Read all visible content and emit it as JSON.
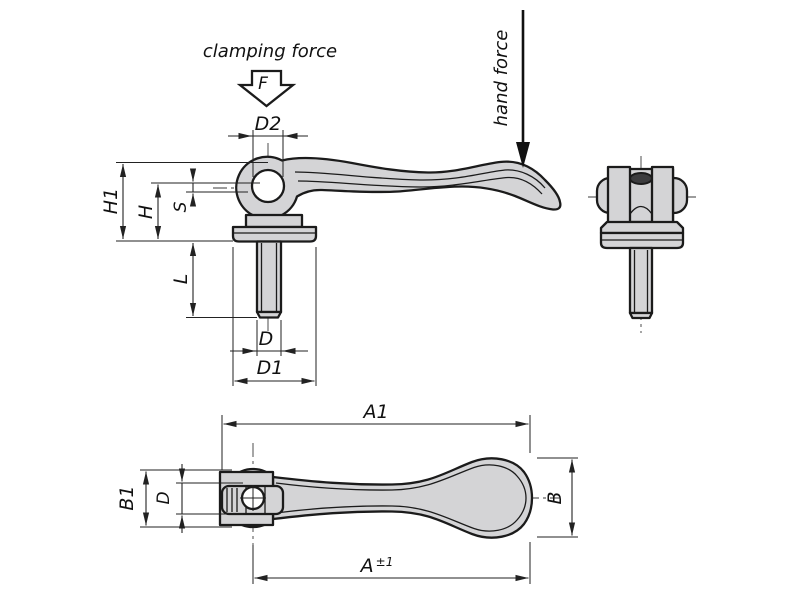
{
  "drawing": {
    "kind": "cam lever engineering drawing",
    "annotations": {
      "clamping_force_label": "clamping force",
      "force_symbol": "F",
      "hand_force_label": "hand force"
    },
    "dimensions": {
      "side_view": {
        "d2": "D2",
        "h1": "H1",
        "h": "H",
        "s": "S",
        "l": "L",
        "d": "D",
        "d1": "D1"
      },
      "top_view": {
        "a1": "A1",
        "b1": "B1",
        "d": "D",
        "b": "B",
        "a": "A",
        "a_tolerance": "±1"
      }
    },
    "colors": {
      "part_fill": "#d4d4d6",
      "outline": "#1b1b1b",
      "dimension_lines": "#222222",
      "slot_dark": "#3c3c3e",
      "background": "#ffffff"
    }
  }
}
